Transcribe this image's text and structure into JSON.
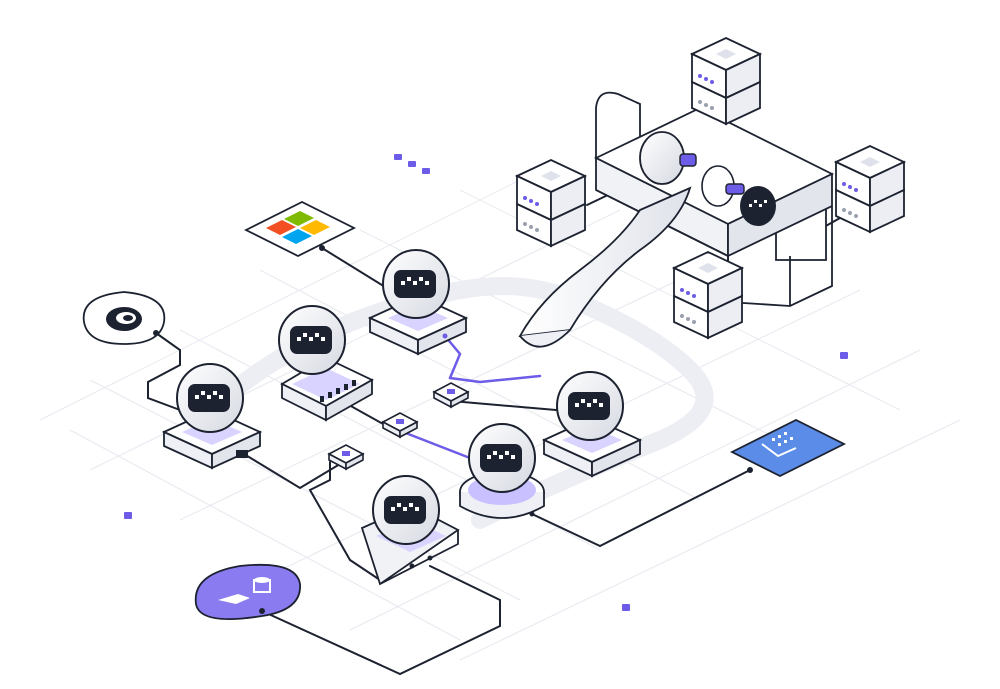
{
  "colors": {
    "ink": "#1c2230",
    "accent_purple": "#6c5ce7",
    "robot_base_glow": "#c9c1ff",
    "grid_line": "#e9ebf1",
    "brand_blue": "#5b8de8",
    "neutral_body": "#f4f5f8",
    "ms_red": "#f25022",
    "ms_green": "#7fba00",
    "ms_blue": "#00a4ef",
    "ms_yellow": "#ffb900"
  },
  "nodes": {
    "microsoft_tile": {
      "icon": "microsoft-logo-icon"
    },
    "circle_tile": {
      "icon": "spiral-logo-icon"
    },
    "database_tile": {
      "icon": "database-bird-icon"
    },
    "blue_tile": {
      "icon": "hand-drop-icon"
    }
  },
  "robots": [
    {
      "id": "robot-top",
      "icon": "robot-face-icon"
    },
    {
      "id": "robot-switch",
      "icon": "robot-face-icon"
    },
    {
      "id": "robot-left",
      "icon": "robot-face-icon"
    },
    {
      "id": "robot-center",
      "icon": "robot-face-icon"
    },
    {
      "id": "robot-right",
      "icon": "robot-face-icon"
    },
    {
      "id": "robot-bottom",
      "icon": "robot-face-icon"
    }
  ],
  "servers": [
    {
      "id": "server-top",
      "icon": "server-stack-icon"
    },
    {
      "id": "server-left",
      "icon": "server-stack-icon"
    },
    {
      "id": "server-right",
      "icon": "server-stack-icon"
    },
    {
      "id": "server-bottom",
      "icon": "server-stack-icon"
    }
  ],
  "machine": {
    "icon": "conveyor-machine-icon"
  }
}
